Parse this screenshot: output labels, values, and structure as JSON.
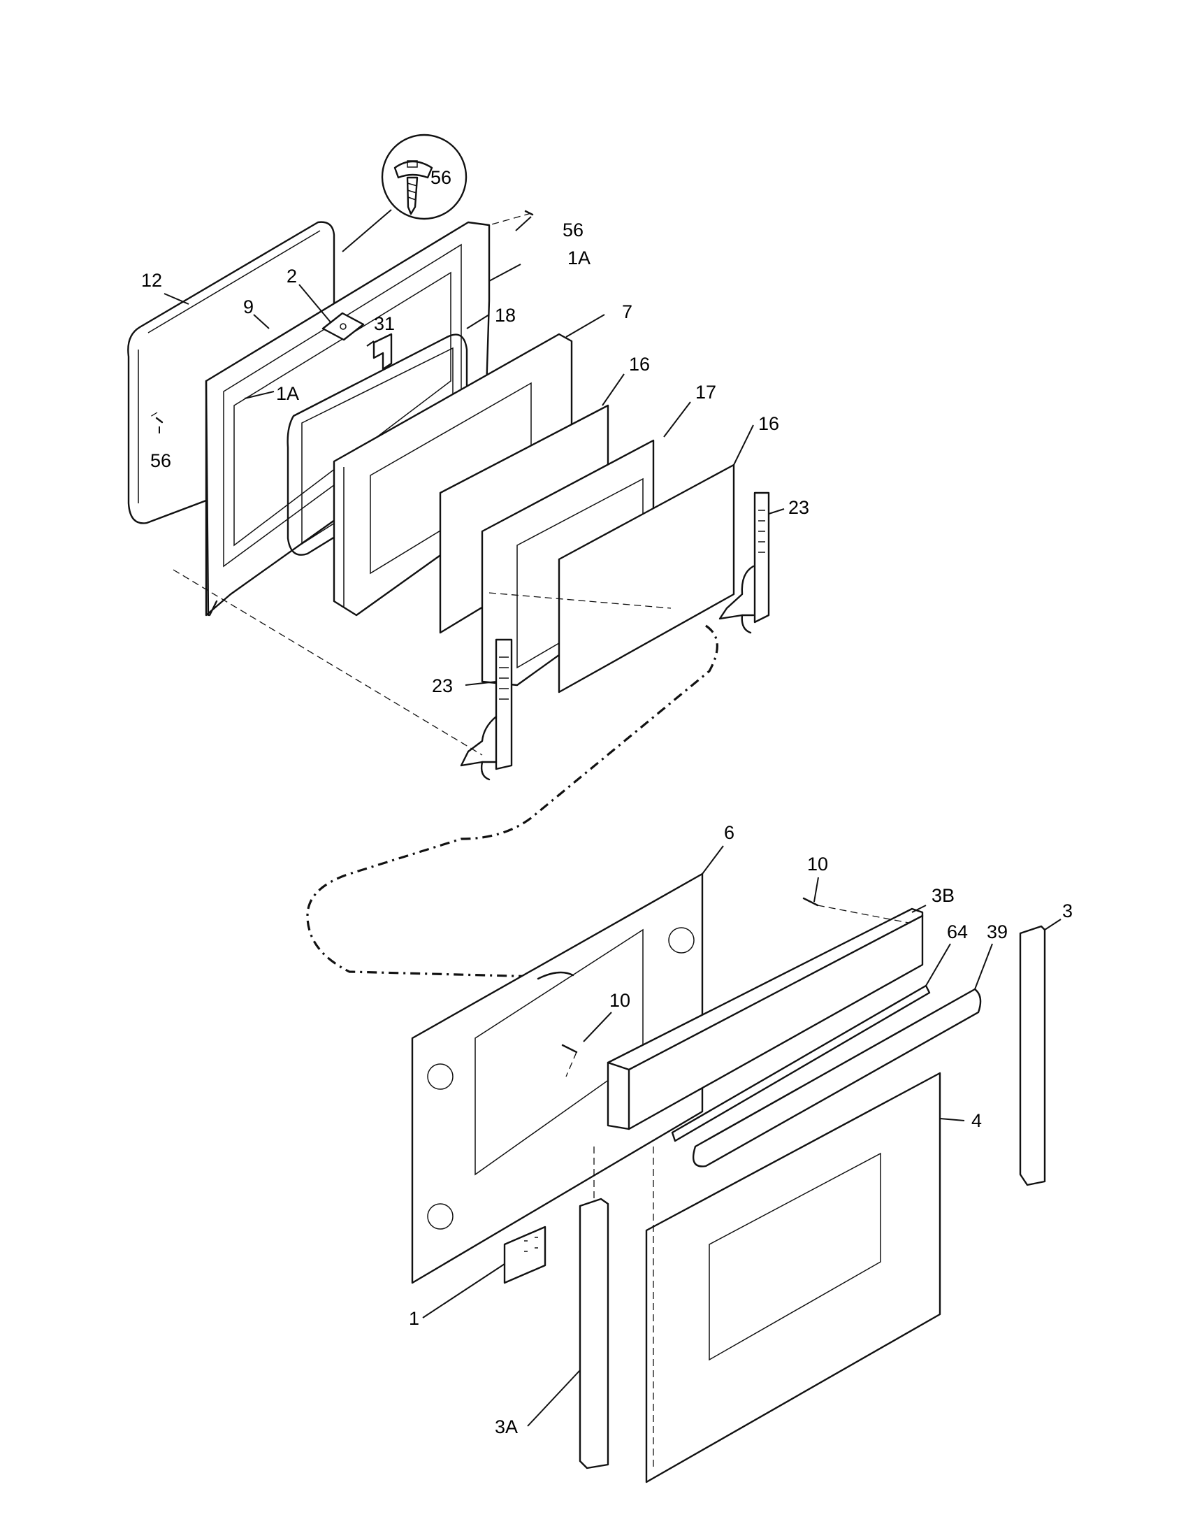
{
  "callouts": {
    "c56_circle": "56",
    "c56_top": "56",
    "c1a_top": "1A",
    "c12": "12",
    "c2": "2",
    "c9": "9",
    "c31": "31",
    "c18": "18",
    "c7": "7",
    "c1a_left": "1A",
    "c56_left": "56",
    "c16_a": "16",
    "c17": "17",
    "c16_b": "16",
    "c23_right": "23",
    "c23_left": "23",
    "c6": "6",
    "c10_top": "10",
    "c3b": "3B",
    "c3": "3",
    "c64": "64",
    "c39": "39",
    "c10_mid": "10",
    "c4": "4",
    "c1": "1",
    "c3a": "3A"
  }
}
